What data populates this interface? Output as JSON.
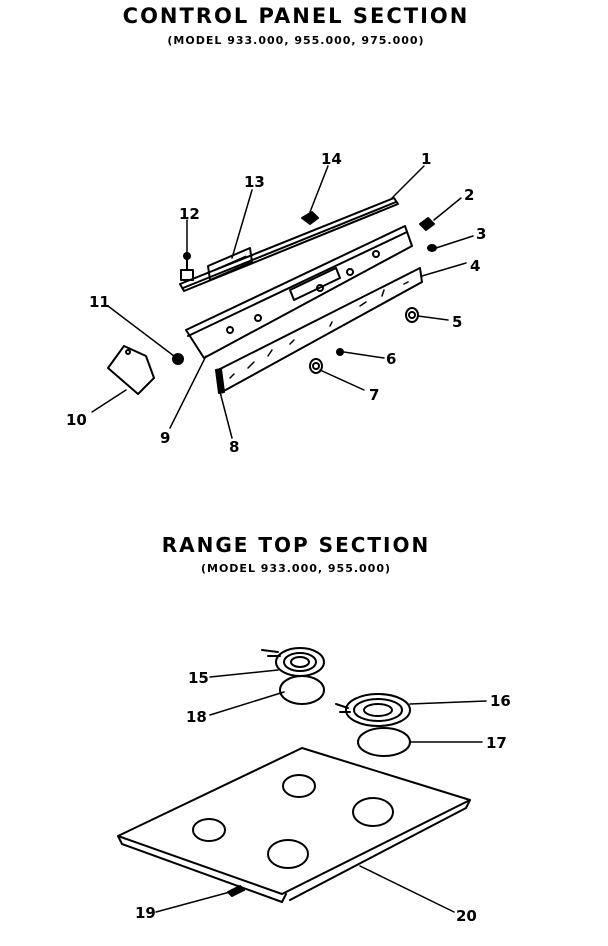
{
  "header": {
    "top_cut_text": "",
    "control_title": "CONTROL PANEL SECTION",
    "control_models": "(MODEL 933.000, 955.000, 975.000)",
    "range_title": "RANGE TOP SECTION",
    "range_models": "(MODEL 933.000, 955.000)"
  },
  "callouts": {
    "c1": "1",
    "c2": "2",
    "c3": "3",
    "c4": "4",
    "c5": "5",
    "c6": "6",
    "c7": "7",
    "c8": "8",
    "c9": "9",
    "c10": "10",
    "c11": "11",
    "c12": "12",
    "c13": "13",
    "c14": "14",
    "c15": "15",
    "c16": "16",
    "c17": "17",
    "c18": "18",
    "c19": "19",
    "c20": "20"
  }
}
